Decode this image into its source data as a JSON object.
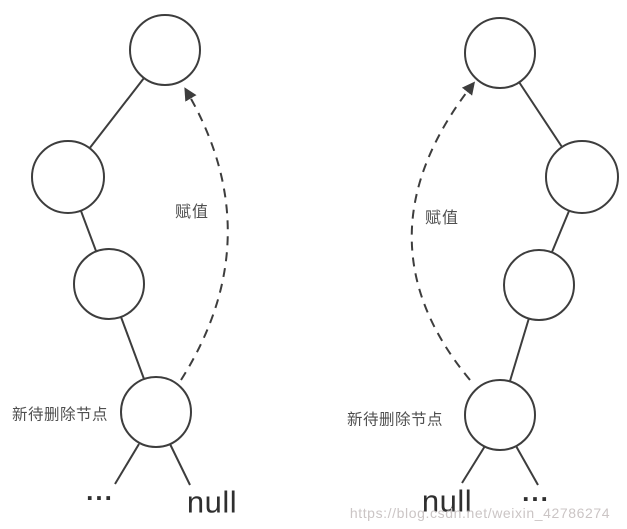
{
  "left_tree": {
    "assign_label": "赋值",
    "delete_node_label": "新待删除节点",
    "left_child_label": "...",
    "right_child_label": "null"
  },
  "right_tree": {
    "assign_label": "赋值",
    "delete_node_label": "新待删除节点",
    "left_child_label": "null",
    "right_child_label": "..."
  },
  "watermark": {
    "text": "https://blog.csdn.net/weixin_42786274"
  },
  "colors": {
    "line": "#3d3d3d",
    "chinese_label": "#4f4f4f",
    "node_text": "#2f2f2f",
    "watermark": "#cbc5c5",
    "background": "#ffffff"
  }
}
